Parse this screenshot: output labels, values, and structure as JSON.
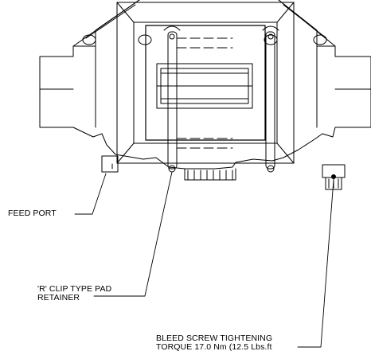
{
  "labels": {
    "feed_port": "FEED PORT",
    "r_clip_line1": "'R' CLIP TYPE PAD",
    "r_clip_line2": "RETAINER",
    "bleed_line1": "BLEED SCREW TIGHTENING",
    "bleed_line2": "TORQUE 17.0 Nm (12.5 Lbs.ft"
  },
  "colors": {
    "line": "#000000",
    "background": "#ffffff"
  }
}
